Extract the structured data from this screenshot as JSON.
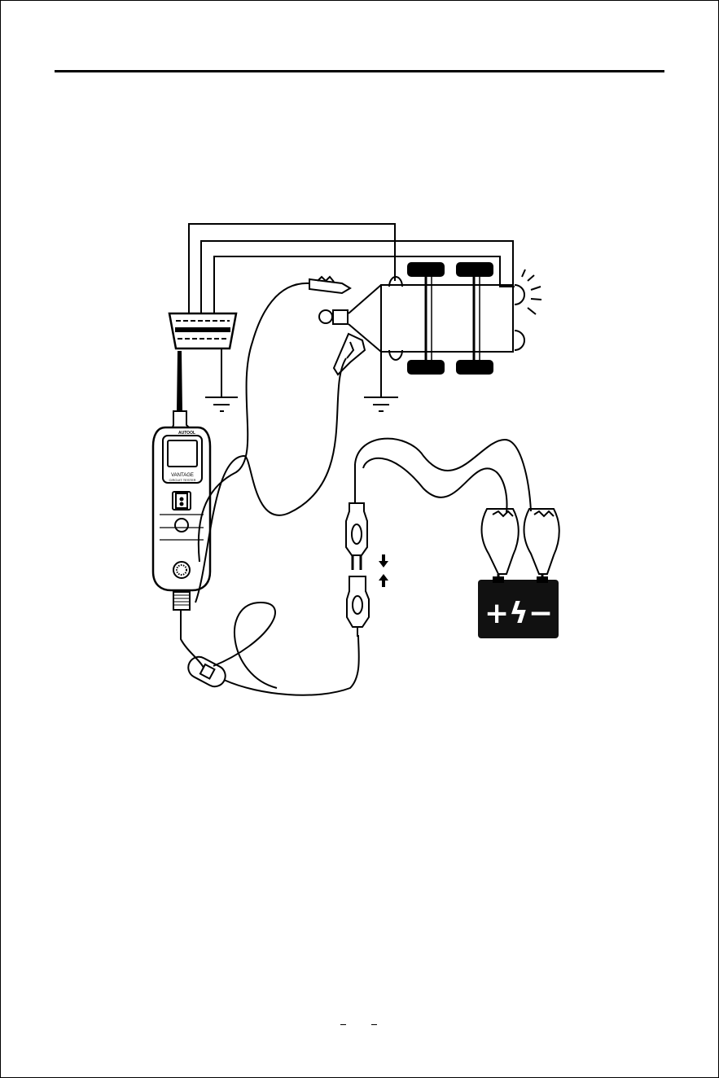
{
  "device": {
    "brand": "AUTOOL",
    "model": "VANTAGE",
    "subtitle": "CIRCUIT TESTER"
  },
  "battery": {
    "symbols": "+ϟ−"
  },
  "colors": {
    "line": "#000000",
    "background": "#ffffff",
    "battery_fill": "#111111"
  }
}
